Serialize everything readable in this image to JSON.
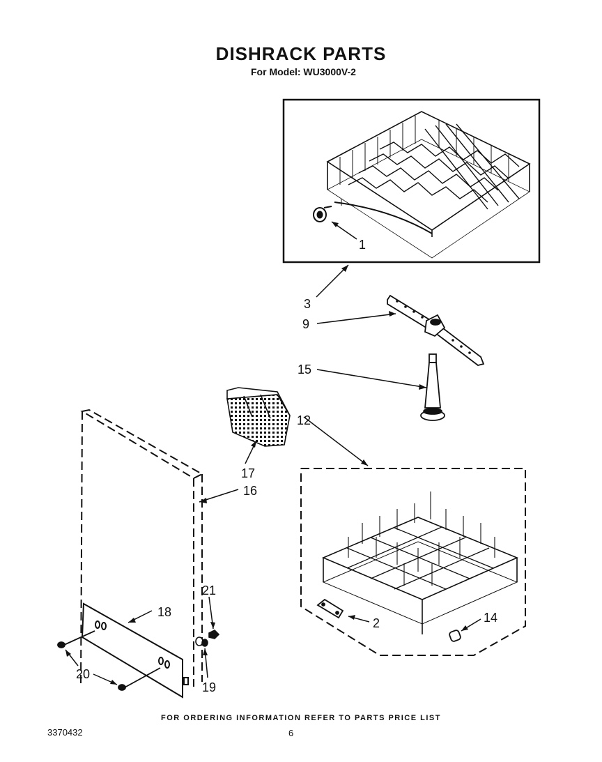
{
  "title": "DISHRACK PARTS",
  "subtitle": "For Model: WU3000V-2",
  "footer": "FOR ORDERING INFORMATION REFER TO PARTS PRICE LIST",
  "doc_number": "3370432",
  "page_number": "6",
  "callouts": {
    "c1": "1",
    "c2": "2",
    "c3": "3",
    "c9": "9",
    "c12": "12",
    "c14": "14",
    "c15": "15",
    "c16": "16",
    "c17": "17",
    "c18": "18",
    "c19": "19",
    "c20": "20",
    "c21": "21"
  }
}
